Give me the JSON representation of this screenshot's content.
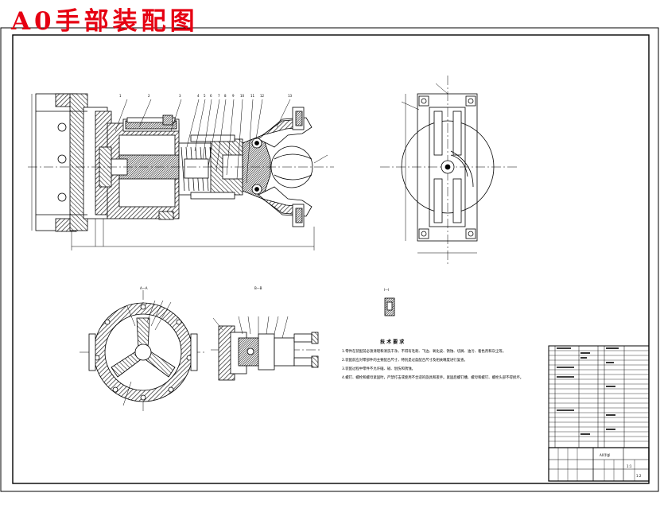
{
  "title": "A0手部装配图",
  "colors": {
    "title": "#e60012",
    "line": "#000000",
    "hatch": "#222222",
    "background": "#ffffff"
  },
  "views": {
    "section_a_label": "A—A",
    "section_b_label": "B—B",
    "detail_label": "I—I"
  },
  "tech_requirements": {
    "title": "技 术 要 求",
    "notes": [
      "1.零件在装配前必须清理和清洗干净，不得有毛刺、飞边、氧化皮、锈蚀、切屑、油污、着色剂和灰尘等。",
      "2.装配前应对零部件的主要配合尺寸，特别是过盈配合尺寸及相关精度进行复查。",
      "3.装配过程中零件不允许磕、碰、划伤和锈蚀。",
      "4.螺钉、螺栓和螺母紧固时，严禁打击或使用不合适的旋具和扳手。紧固后螺钉槽、螺母和螺钉、螺栓头部不得损坏。"
    ]
  },
  "title_block": {
    "drawing_name": "A0手部",
    "scale": "1:1",
    "sheet": "1:2"
  }
}
